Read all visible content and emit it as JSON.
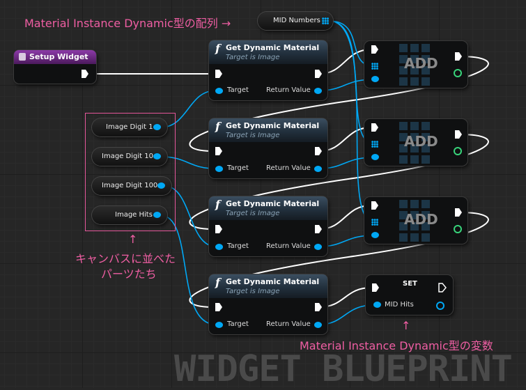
{
  "colors": {
    "exec": "#ffffff",
    "object_pin": "#00a8f5",
    "struct_pin": "#38d37a",
    "annotation": "#ef5ea3",
    "event_header": "#6b2a82"
  },
  "annotations": {
    "top": "Material Instance Dynamic型の配列 →",
    "left_arrow": "↑",
    "left_line1": "キャンバスに並べた",
    "left_line2": "パーツたち",
    "right_arrow": "↑",
    "right": "Material Instance Dynamic型の変数"
  },
  "watermark": "WIDGET BLUEPRINT",
  "event_node": {
    "title": "Setup Widget",
    "icon": "event-icon"
  },
  "array_var": {
    "label": "MID Numbers",
    "icon": "array-grid-icon"
  },
  "image_vars": [
    {
      "label": "Image Digit 1"
    },
    {
      "label": "Image Digit 10"
    },
    {
      "label": "Image Digit 100"
    },
    {
      "label": "Image Hits"
    }
  ],
  "get_nodes": [
    {
      "title": "Get Dynamic Material",
      "subtitle": "Target is Image",
      "target": "Target",
      "ret": "Return Value"
    },
    {
      "title": "Get Dynamic Material",
      "subtitle": "Target is Image",
      "target": "Target",
      "ret": "Return Value"
    },
    {
      "title": "Get Dynamic Material",
      "subtitle": "Target is Image",
      "target": "Target",
      "ret": "Return Value"
    },
    {
      "title": "Get Dynamic Material",
      "subtitle": "Target is Image",
      "target": "Target",
      "ret": "Return Value"
    }
  ],
  "add_nodes": [
    {
      "label": "ADD"
    },
    {
      "label": "ADD"
    },
    {
      "label": "ADD"
    }
  ],
  "set_node": {
    "title": "SET",
    "pin": "MID Hits"
  }
}
